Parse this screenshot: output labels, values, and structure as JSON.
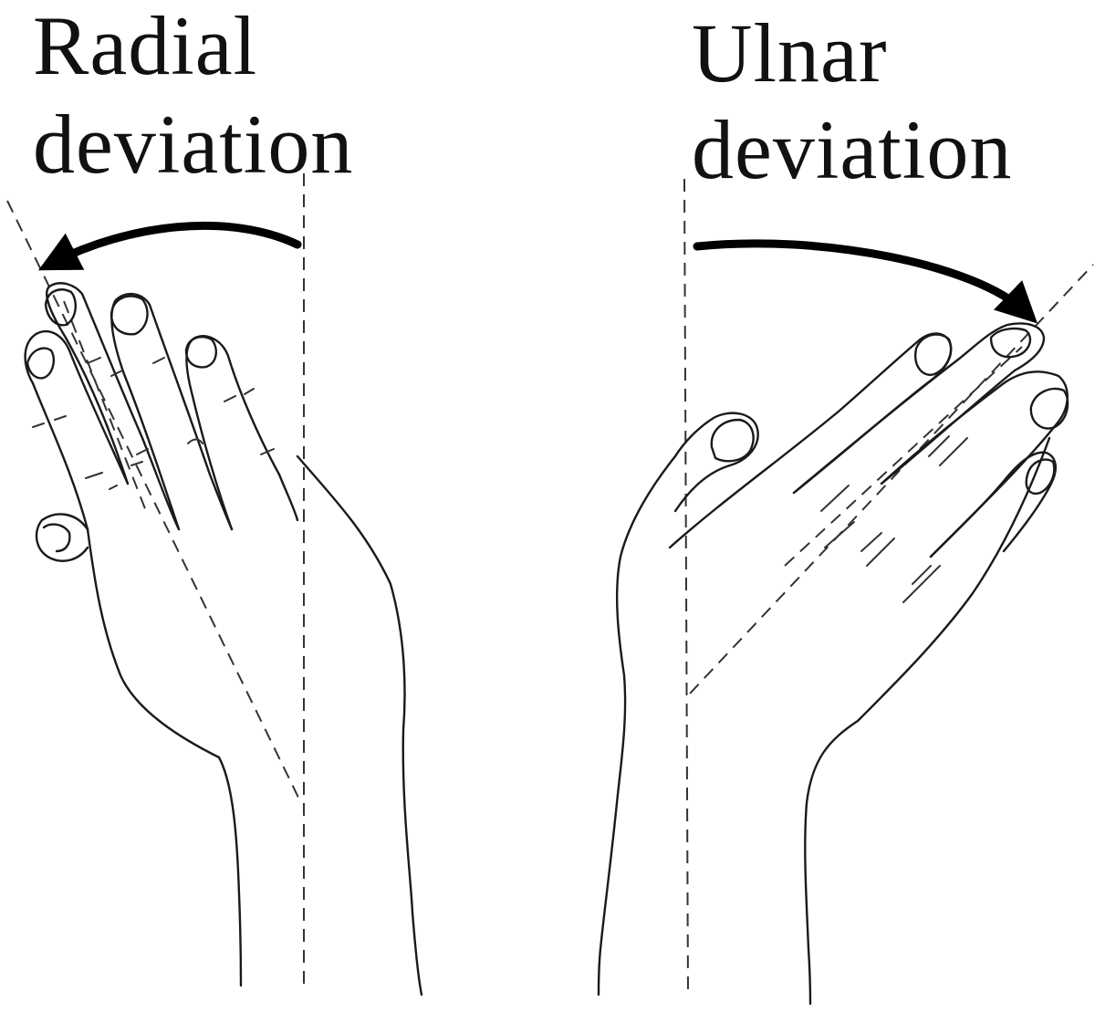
{
  "labels": {
    "radial": {
      "line1": "Radial",
      "line2": "deviation"
    },
    "ulnar": {
      "line1": "Ulnar",
      "line2": "deviation"
    }
  },
  "colors": {
    "ink": "#1a1a1a",
    "background": "#ffffff"
  }
}
